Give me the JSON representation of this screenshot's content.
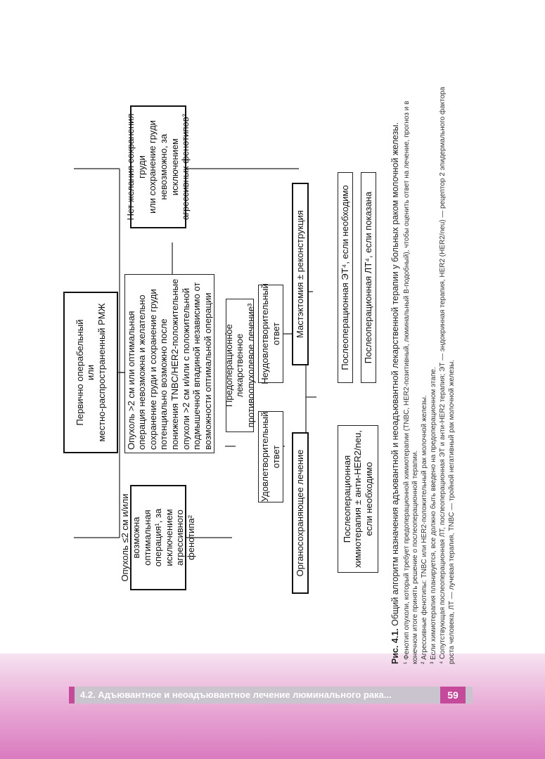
{
  "footer": {
    "section_text": "4.2. Адъювантное и неоадъювантное лечение люминального рака...",
    "page_number": "59"
  },
  "flow": {
    "start": "Первично операбельный\nили\nместно-распространенный РМЖ",
    "branch_left": "Опухоль ≤2 см и/или\nвозможна оптимальная\nоперация¹, за исключением\nагрессивного фенотипа²",
    "branch_middle": "Опухоль >2 см или оптимальная операция невозможна и желательно сохранение груди и сохранение груди потенциально возможно после понижения TNBC/HER2-положительные опухоли >2 см и/или с положительной подмышечной впадиной независимо от возможности оптимальной операции",
    "branch_right": "Нет желания сохранения груди\nили сохранение груди\nневозможно, за исключением\nагрессивных фенотипов²",
    "preop": "Предоперационное лекарственное\nпротивоопухолевое лечение³",
    "good_response": "Удовлетворительный\nответ",
    "poor_response": "Неудовлетворительный\nответ",
    "organ_sparing": "Органосохраняющее лечение",
    "mastectomy": "Мастэктомия ± реконструкция",
    "postop_chemo": "Послеоперационная\nхимиотерапия ± анти-HER2/neu,\nесли необходимо",
    "postop_et": "Послеоперационная ЭТ⁴, если необходимо",
    "postop_rt": "Послеоперационная ЛТ⁴, если показана"
  },
  "caption": {
    "label": "Рис. 4.1.",
    "title": " Общий алгоритм назначения адъювантной и неоадъювантной лекарственной терапии у больных раком молочной железы.",
    "footnotes": [
      "¹ Фенотип опухоли, который требует предоперационной химиотерапии (TNBC, HER2-позитивный, люминальный B-подобный), чтобы оценить ответ на лечение, прогноз и в конечном итоге принять решение о послеоперационной терапии.",
      "² Агрессивные фенотипы: TNBC или HER2-положительный рак молочной железы.",
      "³ Если химиотерапия планируется, все должно быть введено на предоперационном этапе.",
      "⁴ Сопутствующая послеоперационная ЛТ, послеоперационная ЭТ и анти-HER2 терапия; ЭТ — эндокринная терапия, HER2 (HER2/neu) — рецептор 2 эпидермального фактора роста человека, ЛТ — лучевая терапия, TNBC — тройной негативный рак молочной железы."
    ]
  }
}
